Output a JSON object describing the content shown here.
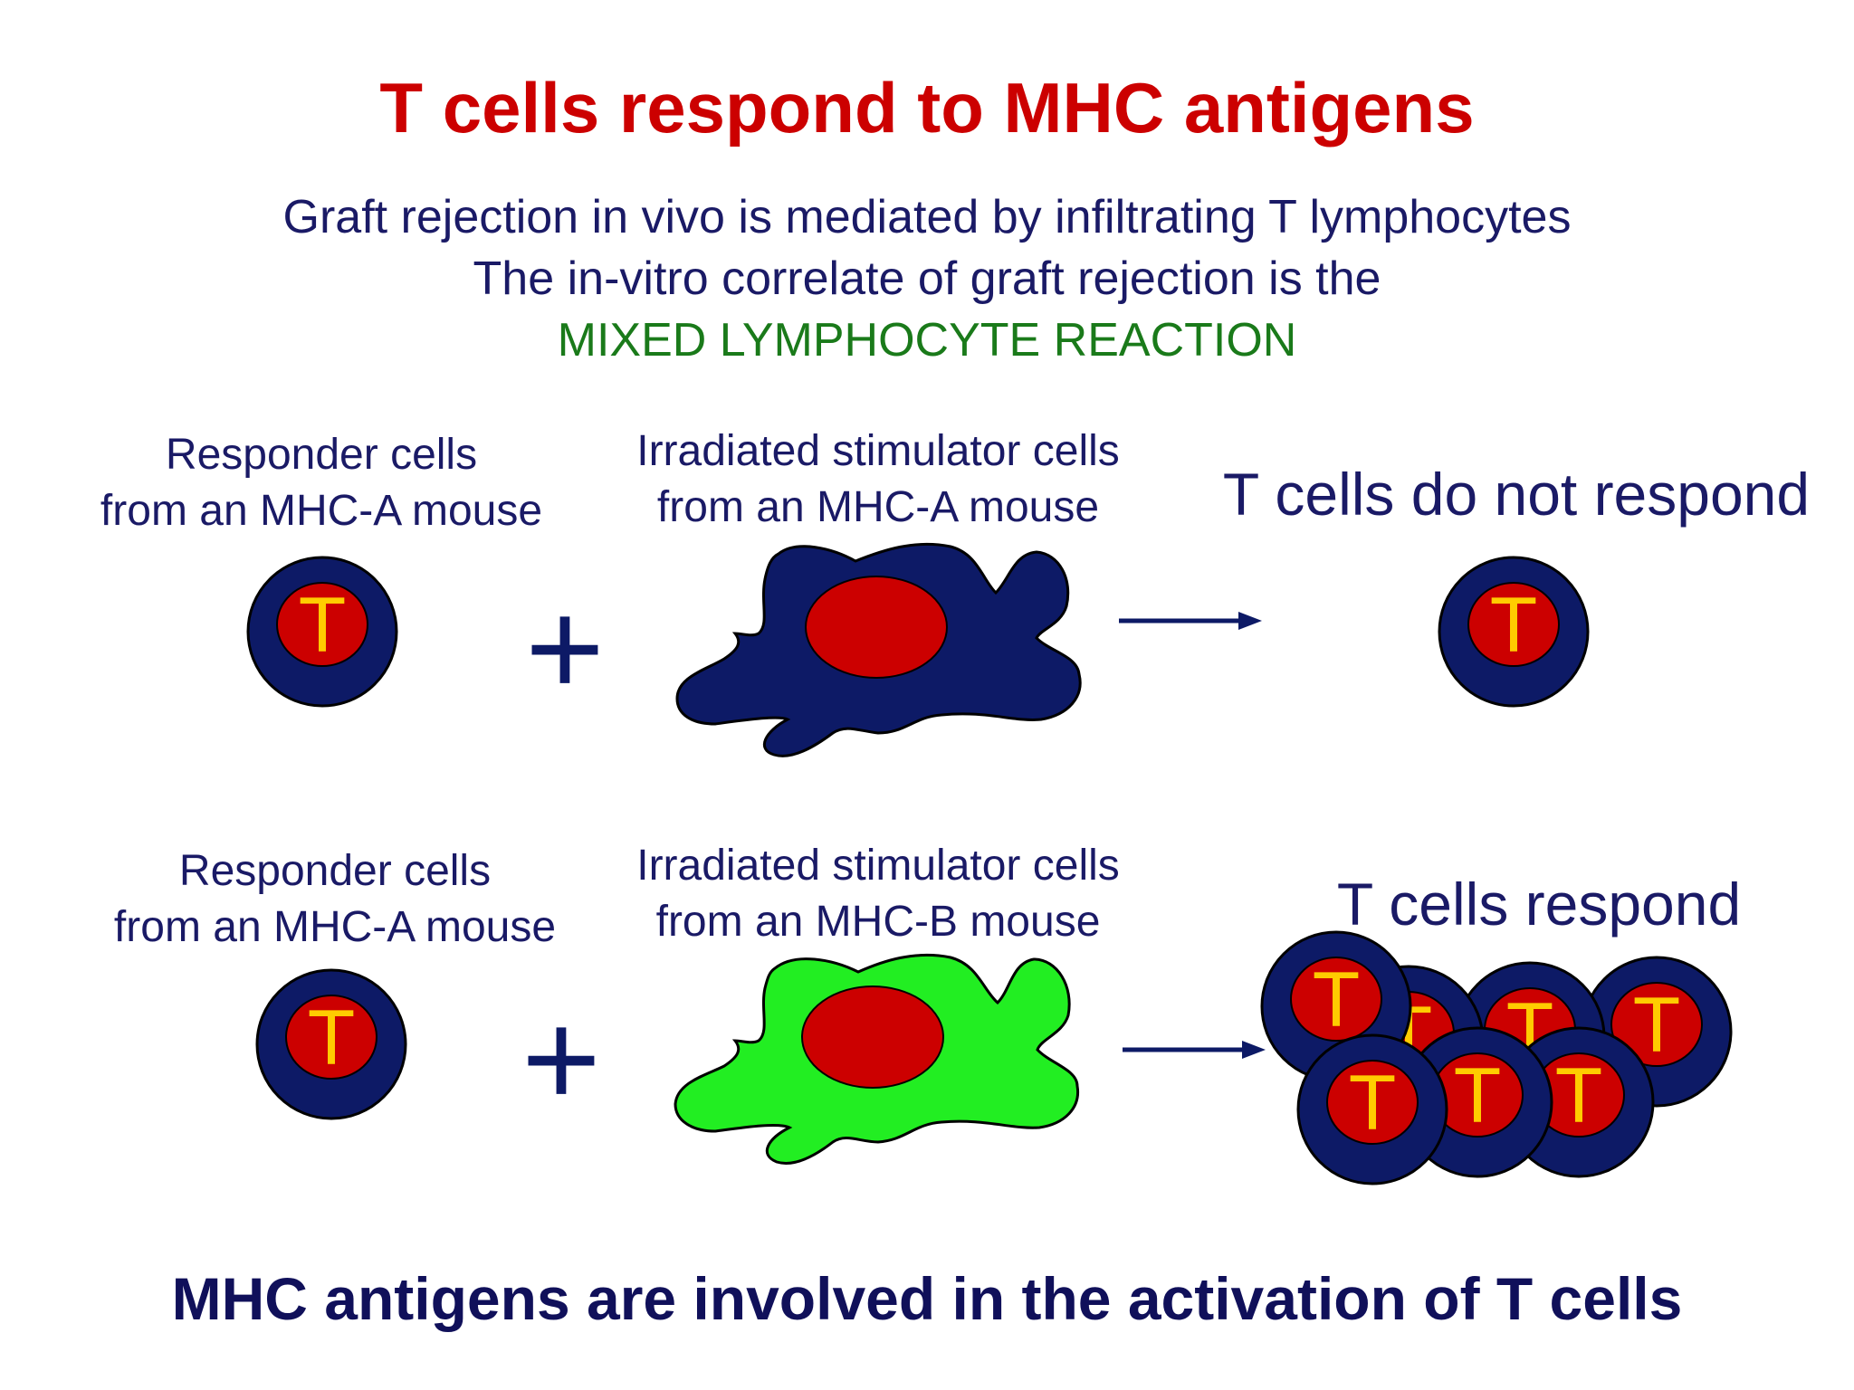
{
  "title": "T cells respond to MHC antigens",
  "subtitle_lines": [
    "Graft rejection in vivo is mediated by infiltrating T lymphocytes",
    "The in-vitro correlate of graft rejection is the",
    "MIXED LYMPHOCYTE REACTION"
  ],
  "rows": [
    {
      "responder_label": [
        "Responder cells",
        "from an MHC-A mouse"
      ],
      "stimulator_label": [
        "Irradiated stimulator cells",
        "from an MHC-A mouse"
      ],
      "result_label": "T cells do not respond",
      "plus": "+",
      "cell_letter": "T"
    },
    {
      "responder_label": [
        "Responder cells",
        "from an MHC-A mouse"
      ],
      "stimulator_label": [
        "Irradiated stimulator cells",
        "from an MHC-B mouse"
      ],
      "result_label": "T cells respond",
      "plus": "+",
      "cell_letter": "T"
    }
  ],
  "conclusion": "MHC antigens are involved in the activation of T cells",
  "colors": {
    "title": "#cc0000",
    "text": "#1a1a66",
    "highlight": "#1a7a1a",
    "cell_outer": "#0d1a66",
    "cell_nucleus": "#cc0000",
    "cell_letter": "#ffcc00",
    "stimulator_mhc_a": "#0d1a66",
    "stimulator_mhc_b": "#22ee22"
  }
}
